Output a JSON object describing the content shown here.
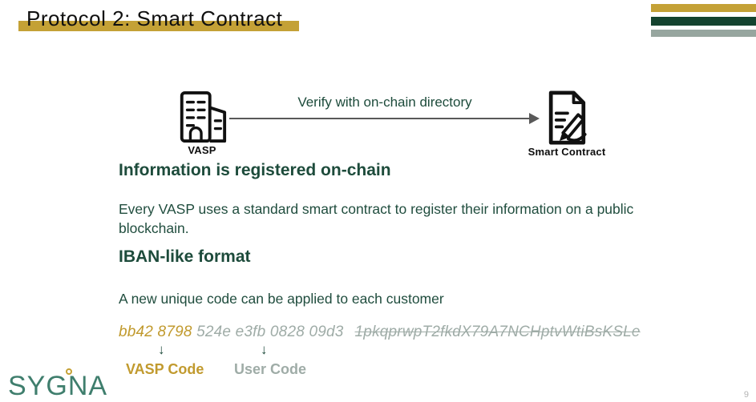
{
  "slide": {
    "title": "Protocol 2: Smart Contract",
    "page_number": "9"
  },
  "decor": {
    "title_highlight_color": "#C4A136",
    "stripes": [
      {
        "name": "gold-stripe",
        "color": "#C4A136"
      },
      {
        "name": "dark-green-stripe",
        "color": "#14432F"
      },
      {
        "name": "gray-stripe",
        "color": "#97A69F"
      }
    ]
  },
  "diagram": {
    "vasp_icon": "building-icon",
    "vasp_label": "VASP",
    "arrow_label": "Verify with on-chain directory",
    "arrow_icon": "right-arrow",
    "contract_icon": "signed-document-icon",
    "contract_label": "Smart Contract"
  },
  "sections": [
    {
      "heading": "Information is registered on-chain",
      "body": "Every VASP uses a standard smart contract to register their information on a public blockchain."
    },
    {
      "heading": "IBAN-like format",
      "body": "A new unique code can be applied to each customer"
    }
  ],
  "code_example": {
    "vasp_code": "bb42 8798",
    "user_code": " 524e e3fb 0828 09d3",
    "deprecated_code": "1pkqprwpT2fkdX79A7NCHptvWtiBsKSLe",
    "down_arrow_glyph": "↓",
    "vasp_code_label": "VASP Code",
    "user_code_label": "User Code",
    "vasp_code_color": "#C19A2E",
    "user_code_color": "#9FACA7"
  },
  "footer": {
    "logo_sy": "SY",
    "logo_g": "G",
    "logo_na": "NA",
    "logo_color": "#3F7E6D",
    "logo_ring_color": "#C4A136"
  },
  "colors": {
    "heading_green": "#1D4B3B",
    "body_green": "#204D3E",
    "arrow_gray": "#595959",
    "icon_black": "#111111"
  }
}
